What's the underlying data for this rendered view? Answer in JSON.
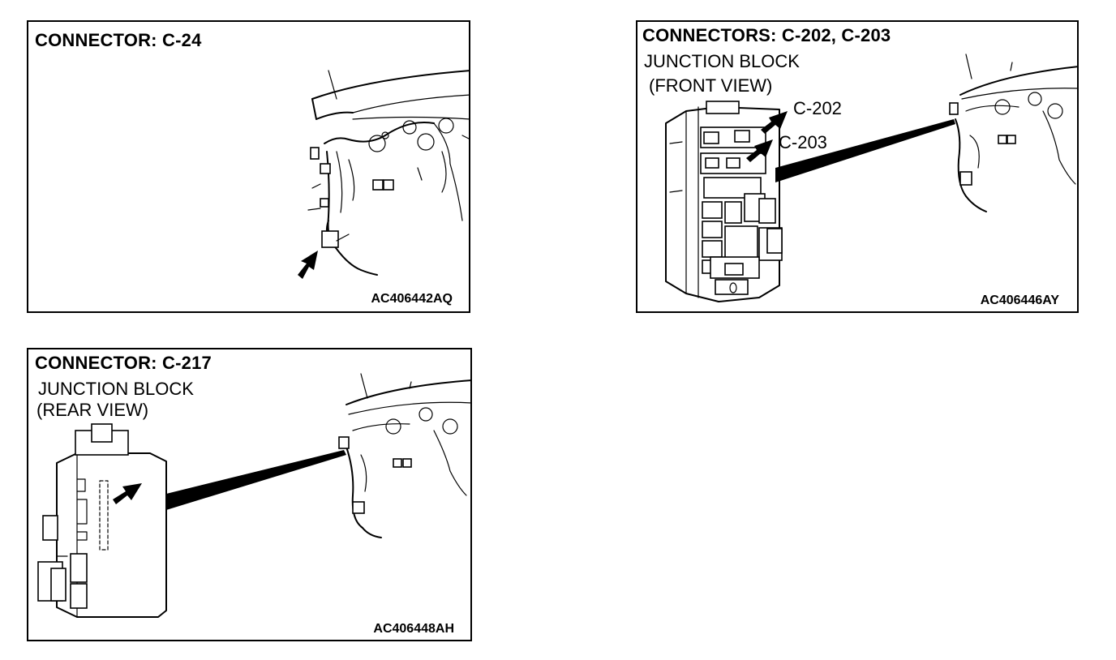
{
  "panels": {
    "c24": {
      "title": "CONNECTOR: C-24",
      "figure_code": "AC406442AQ"
    },
    "c202_203": {
      "title": "CONNECTORS: C-202, C-203",
      "subtitle_line1": "JUNCTION BLOCK",
      "subtitle_line2": "(FRONT VIEW)",
      "label_a": "C-202",
      "label_b": "C-203",
      "figure_code": "AC406446AY"
    },
    "c217": {
      "title": "CONNECTOR: C-217",
      "subtitle_line1": "JUNCTION BLOCK",
      "subtitle_line2": "(REAR VIEW)",
      "figure_code": "AC406448AH"
    }
  },
  "icons": [
    "dashboard-harness-drawing",
    "junction-block-drawing",
    "pointer-arrow"
  ]
}
